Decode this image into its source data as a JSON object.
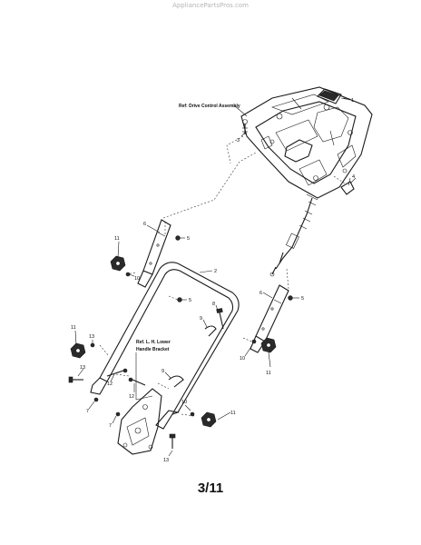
{
  "watermark": "AppliancePartsPros.com",
  "page_number": "3/11",
  "refs": {
    "drive_control": "Ref: Drive Control Assembly",
    "lower_bracket_line1": "Ref. L. H. Lower",
    "lower_bracket_line2": "Handle Bracket"
  },
  "callouts": {
    "c1": "1",
    "c2": "2",
    "c3": "3",
    "c4": "4",
    "c5a": "5",
    "c5b": "5",
    "c5c": "5",
    "c6a": "6",
    "c6b": "6",
    "c7a": "7",
    "c7b": "7",
    "c8": "8",
    "c9a": "9",
    "c9b": "9",
    "c10a": "10",
    "c10b": "10",
    "c10c": "10",
    "c11a": "11",
    "c11b": "11",
    "c11c": "11",
    "c11d": "11",
    "c12a": "12",
    "c12b": "12",
    "c13a": "13",
    "c13b": "13",
    "c13c": "13"
  }
}
